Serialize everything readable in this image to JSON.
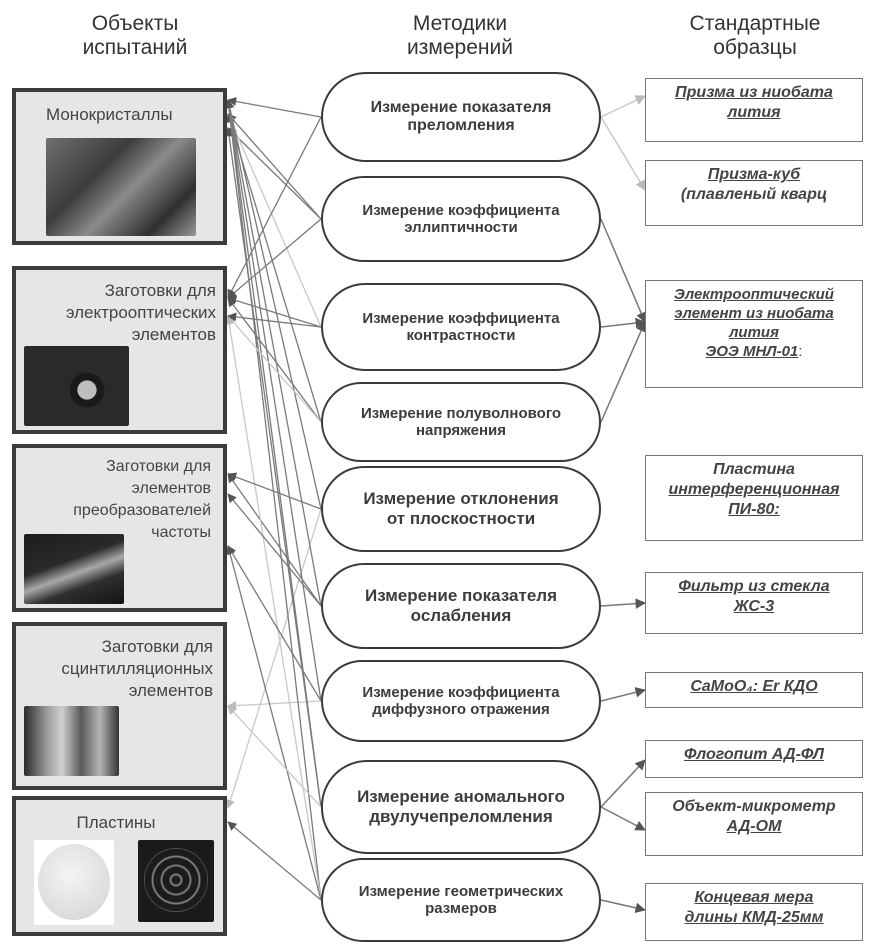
{
  "headers": {
    "objects": [
      "Объекты",
      "испытаний"
    ],
    "methods": [
      "Методики",
      "измерений"
    ],
    "standards": [
      "Стандартные",
      "образцы"
    ]
  },
  "objects": [
    {
      "label": [
        "Монокристаллы"
      ]
    },
    {
      "label": [
        "Заготовки для",
        "электрооптических",
        "элементов"
      ]
    },
    {
      "label": [
        "Заготовки для",
        "элементов",
        "преобразователей",
        "частоты"
      ]
    },
    {
      "label": [
        "Заготовки для",
        "сцинтилляционных",
        "элементов"
      ]
    },
    {
      "label": [
        "Пластины"
      ]
    }
  ],
  "methods": [
    {
      "text": [
        "Измерение показателя",
        "преломления"
      ]
    },
    {
      "text": [
        "Измерение коэффициента",
        "эллиптичности"
      ]
    },
    {
      "text": [
        "Измерение коэффициента",
        "контрастности"
      ]
    },
    {
      "text": [
        "Измерение полуволнового",
        "напряжения"
      ]
    },
    {
      "text": [
        "Измерение отклонения",
        "от плоскостности"
      ]
    },
    {
      "text": [
        "Измерение показателя",
        "ослабления"
      ]
    },
    {
      "text": [
        "Измерение коэффициента",
        "диффузного отражения"
      ]
    },
    {
      "text": [
        "Измерение аномального",
        "двулучепреломления"
      ]
    },
    {
      "text": [
        "Измерение геометрических",
        "размеров"
      ]
    }
  ],
  "standards": [
    {
      "underlined": [
        "Призма из ниобата",
        "лития"
      ],
      "plain": []
    },
    {
      "underlined": [
        "Призма-куб"
      ],
      "plain": [
        "(плавленый кварц"
      ]
    },
    {
      "underlined": [
        "Электрооптический",
        "элемент из ниобата",
        "лития",
        "ЭОЭ МНЛ-01"
      ],
      "plain": []
    },
    {
      "underlined": [
        "интерференционная",
        "ПИ-80:"
      ],
      "plain_before": [
        "Пластина"
      ]
    },
    {
      "underlined": [
        "Фильтр из стекла",
        "ЖС-3"
      ],
      "plain": []
    },
    {
      "underlined": [
        "CaMoO₄: Er КДО"
      ],
      "plain": []
    },
    {
      "underlined": [
        "Флогопит АД-ФЛ"
      ],
      "plain": []
    },
    {
      "underlined": [
        "АД-ОМ"
      ],
      "plain_before": [
        "Объект-микрометр"
      ]
    },
    {
      "underlined": [
        "Концевая мера",
        "длины КМД-25мм"
      ],
      "plain": []
    }
  ],
  "colors": {
    "border_dark": "#3c3c3c",
    "box_fill": "#e6e6e6",
    "line_gray": "#777777",
    "line_light": "#c8c8c8"
  }
}
